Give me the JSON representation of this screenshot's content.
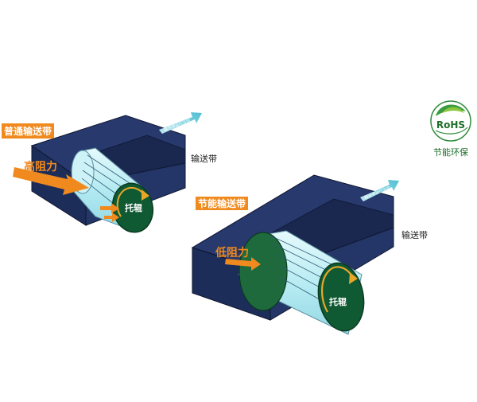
{
  "labels": {
    "normal_belt": "普通输送带",
    "high_resistance": "高阻力",
    "belt_1": "输送带",
    "roller_1": "托辊",
    "direction_1": "输送带运行方向",
    "energy_belt": "节能输送带",
    "low_resistance": "低阻力",
    "belt_2": "输送带",
    "roller_2": "托辊",
    "direction_2": "输送带运行方向",
    "rohs_logo": "RoHS",
    "eco_caption": "节能环保"
  },
  "colors": {
    "tag_orange": "#f08a1e",
    "belt_navy": "#1f2f5e",
    "belt_navy_dark": "#172447",
    "roller_cyan": "#b9ecf3",
    "roller_green": "#0f5a33",
    "roller_ring": "#e8a62a",
    "direction_arrow": "#5cc4d6",
    "rohs_green": "#2e8b3b"
  },
  "icons": {
    "rohs": "rohs-leaf-badge",
    "direction": "arrow-up-right-icon",
    "rotation": "circular-arrow-icon"
  }
}
